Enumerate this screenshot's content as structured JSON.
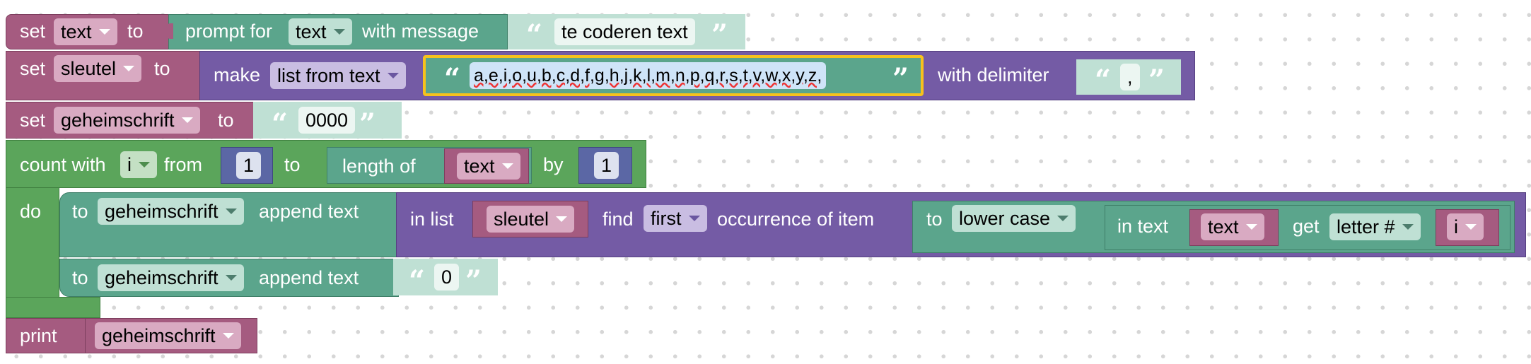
{
  "blocks": {
    "set_text": {
      "kw_set": "set",
      "var": "text",
      "kw_to": "to",
      "prompt_for": "prompt for",
      "prompt_type": "text",
      "with_message": "with message",
      "message": "te coderen text"
    },
    "set_sleutel": {
      "kw_set": "set",
      "var": "sleutel",
      "kw_to": "to",
      "make": "make",
      "make_mode": "list from text",
      "source_text": "a,e,i,o,u,b,c,d,f,g,h,j,k,l,m,n,p,q,r,s,t,v,w,x,y,z,",
      "with_delimiter": "with delimiter",
      "delimiter": ","
    },
    "set_geheimschrift": {
      "kw_set": "set",
      "var": "geheimschrift",
      "kw_to": "to",
      "value": "0000"
    },
    "count": {
      "kw_count": "count with",
      "var": "i",
      "kw_from": "from",
      "from": "1",
      "kw_to": "to",
      "length_of": "length of",
      "length_var": "text",
      "kw_by": "by",
      "by": "1",
      "kw_do": "do"
    },
    "append1": {
      "kw_to": "to",
      "var": "geheimschrift",
      "append_text": "append text",
      "in_list": "in list",
      "list_var": "sleutel",
      "find": "find",
      "find_mode": "first",
      "occurrence": "occurrence of item",
      "to_case": "to",
      "case_mode": "lower case",
      "in_text": "in text",
      "text_var": "text",
      "get": "get",
      "get_mode": "letter #",
      "index_var": "i"
    },
    "append2": {
      "kw_to": "to",
      "var": "geheimschrift",
      "append_text": "append text",
      "value": "0"
    },
    "print": {
      "kw_print": "print",
      "var": "geheimschrift"
    }
  },
  "colors": {
    "variables": "#a55b80",
    "text": "#5ba58c",
    "lists": "#745ba5",
    "loops": "#5ba55b",
    "math": "#5b67a5",
    "selection": "#f7c21c"
  }
}
